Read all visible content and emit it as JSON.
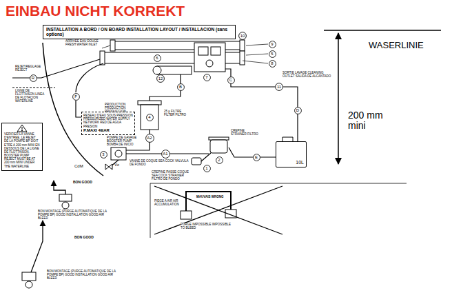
{
  "diagram": {
    "title": "EINBAU NICHT KORREKT",
    "nodes": [
      {
        "text": [
          "INSTALLATION A BORD / ON BOARD INSTALLATION LAYOUT / INSTALLACION (sans options)"
        ]
      },
      {
        "text": [
          "10"
        ]
      },
      {
        "text": [
          "6"
        ]
      },
      {
        "text": [
          "9"
        ]
      },
      {
        "text": [
          "5"
        ]
      },
      {
        "text": [
          "8"
        ]
      },
      {
        "text": [
          "12"
        ]
      },
      {
        "text": [
          "7"
        ]
      },
      {
        "text": [
          "B"
        ]
      },
      {
        "text": [
          "C"
        ]
      },
      {
        "text": [
          "11"
        ]
      },
      {
        "text": [
          "D"
        ]
      },
      {
        "text": [
          "R"
        ]
      },
      {
        "text": [
          "F"
        ]
      },
      {
        "text": [
          "RESEAU D'EAU SOUS PRESSION PRESSURIZED WATER SUPPLY NETWORK RED DE AGUA PRESION",
          "P.MAXI 4BAR"
        ]
      },
      {
        "text": [
          "4"
        ]
      },
      {
        "text": [
          "VERIFIER LA VANNE D'ENTREE. LE REJET DE LA POMPE BP DOIT ETRE A 200 mm MINI EN DESSOUS DE LA LIGNE DE FLOTTAISON. BOOSTER PUMP REJECT MUST BE AT 200 mm MINI UNDER THE WATERLINE"
        ]
      },
      {
        "text": [
          "A2"
        ]
      },
      {
        "text": [
          "3"
        ]
      },
      {
        "text": [
          "A1"
        ]
      },
      {
        "text": [
          "2"
        ]
      },
      {
        "text": [
          "E"
        ]
      },
      {
        "text": [
          "10L"
        ]
      },
      {
        "text": [
          "1"
        ]
      }
    ],
    "labels": [
      "WASERLINIE",
      "200 mm mini",
      "ARRIVEE EAU DOUCE FRESH WATER INLET",
      "SORTIE LAVAGE CLEANING OUTLET SALIDA DE ALCANTADO",
      "REJET/REGLAGE REJECT",
      "LIGNE DE FLOTTAISON LINEA DE FLOTACION WATERLINE",
      "PRODUCTION PRODUCTION PRODUCCION",
      "POMPE DE GAVAGE BOOSTER PUMP BOMBA DE INICIO",
      "25 µ FILTRE FILTER FILTRO",
      "CREPINE STRAINER FILTRO",
      "VANNE DE COQUE SEA COCK VALVULA DE FONDO",
      "CREPINE PASSE-COQUE SEA COCK STRAINER FILTRO DE FONDO",
      "CdM",
      "Vc",
      "BON GOOD",
      "BON MONTAGE (PURGE AUTOMATIQUE DE LA POMPE BP) GOOD INSTALLATION GOOD AIR BLEED",
      "PIEGE A AIR AIR ACCUMULATION",
      "MAUVAIS WRONG",
      "PURGE IMPOSSIBLE IMPOSSIBLE TO BLEED",
      "BON GOOD",
      "BON MONTAGE (PURGE AUTOMATIQUE DE LA POMPE BP) GOOD INSTALLATION GOOD AIR BLEED"
    ]
  }
}
